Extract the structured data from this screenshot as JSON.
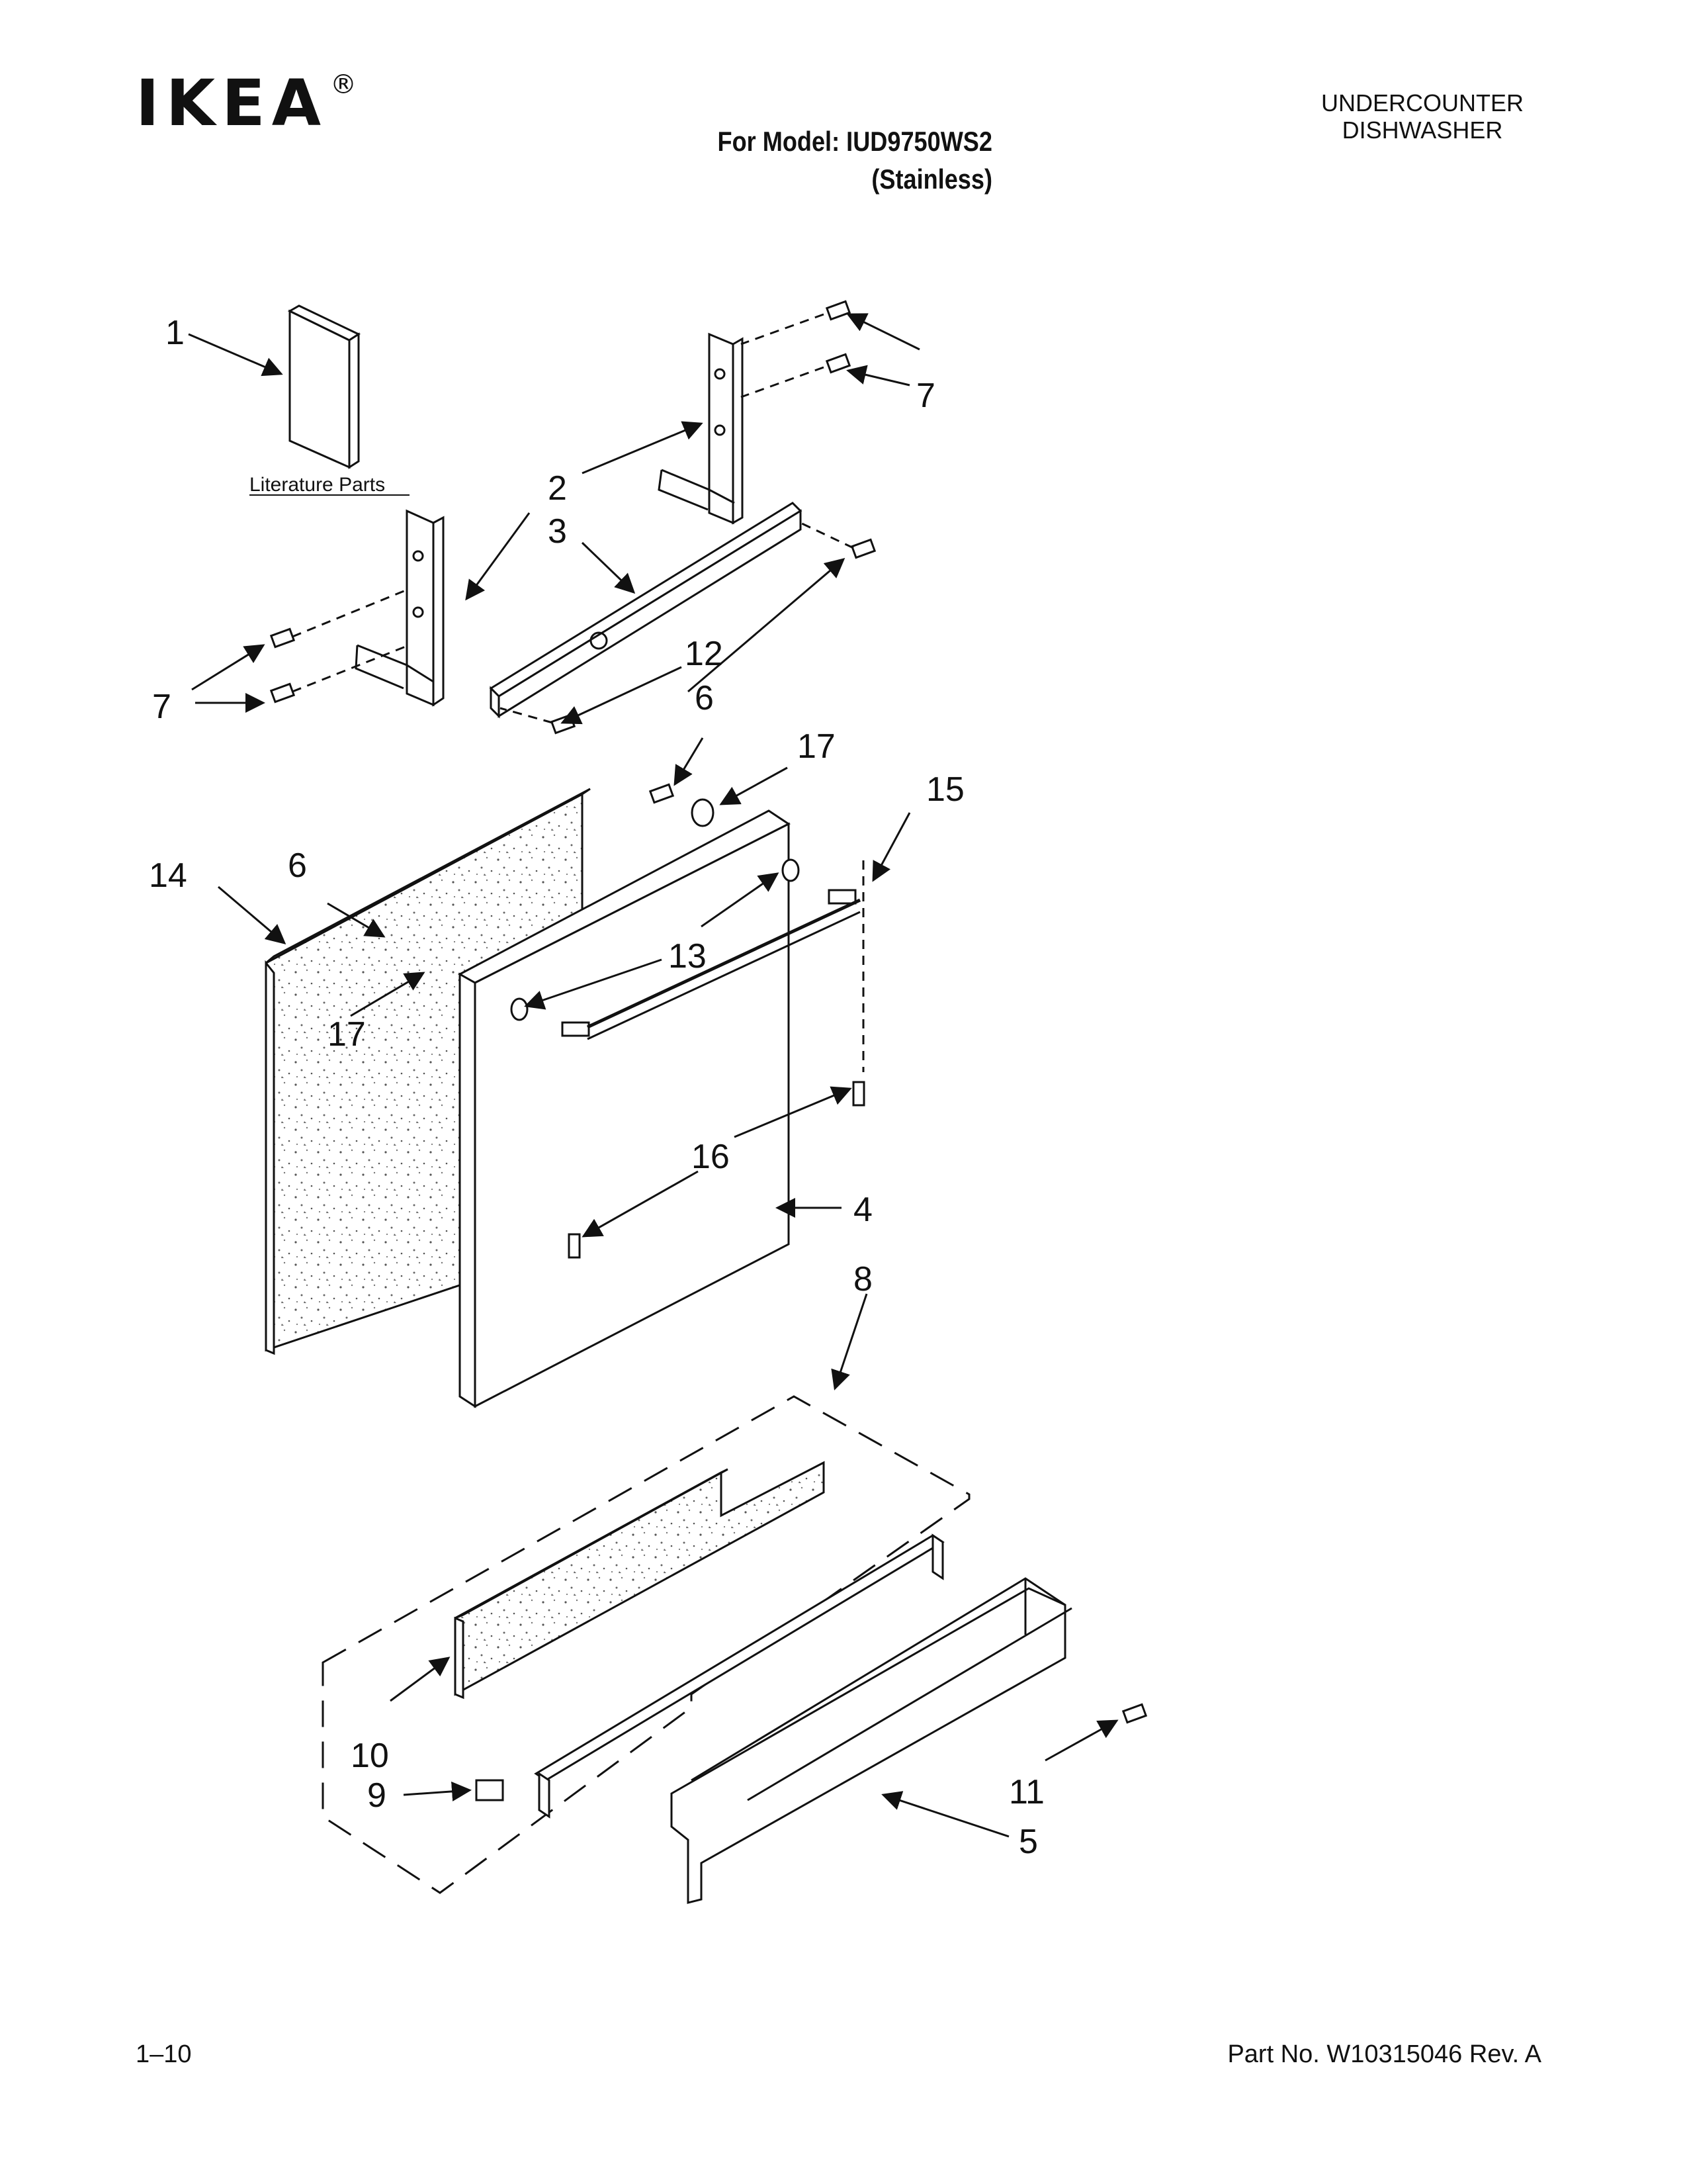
{
  "header": {
    "brand": "IKEA",
    "registered_mark": "®",
    "model_line": "For Model: IUD9750WS2",
    "finish": "(Stainless)",
    "category_line1": "UNDERCOUNTER",
    "category_line2": "DISHWASHER"
  },
  "diagram": {
    "literature_label": "Literature Parts",
    "callouts": [
      "1",
      "2",
      "3",
      "4",
      "5",
      "6",
      "7",
      "8",
      "9",
      "10",
      "11",
      "12",
      "13",
      "14",
      "15",
      "16",
      "17"
    ]
  },
  "footer": {
    "page": "1–10",
    "part_number": "Part No. W10315046 Rev. A"
  }
}
